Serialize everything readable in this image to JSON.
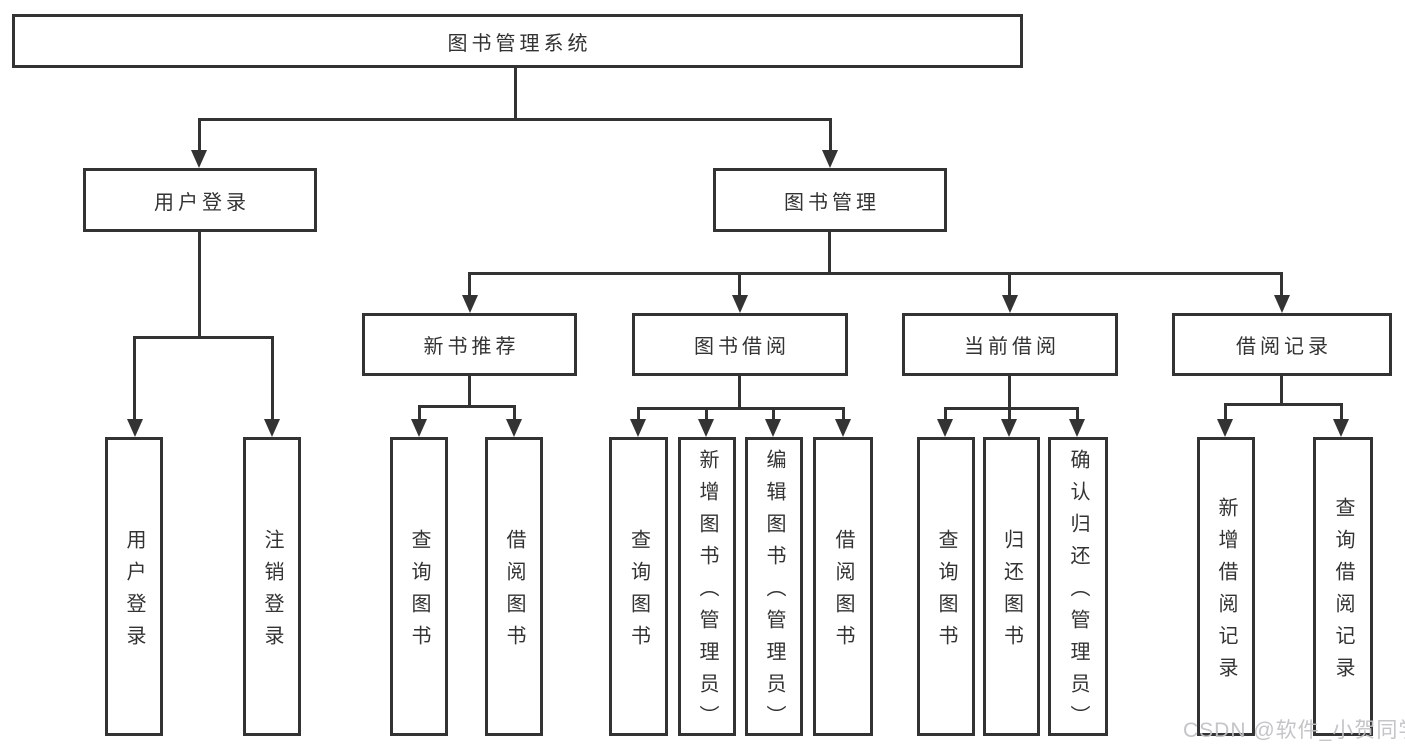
{
  "diagram_type": "hierarchy-tree",
  "colors": {
    "background": "#ffffff",
    "line": "#333333",
    "box_border": "#333333",
    "text": "#333333",
    "watermark_text": "#c1c1c6"
  },
  "watermark": {
    "text": "CSDN @软件_小贺同学"
  },
  "tree": {
    "label": "图书管理系统",
    "children": [
      {
        "label": "用户登录",
        "children": [
          {
            "label": "用户登录"
          },
          {
            "label": "注销登录"
          }
        ]
      },
      {
        "label": "图书管理",
        "children": [
          {
            "label": "新书推荐",
            "children": [
              {
                "label": "查询图书"
              },
              {
                "label": "借阅图书"
              }
            ]
          },
          {
            "label": "图书借阅",
            "children": [
              {
                "label": "查询图书"
              },
              {
                "label": "新增图书（管理员）"
              },
              {
                "label": "编辑图书（管理员）"
              },
              {
                "label": "借阅图书"
              }
            ]
          },
          {
            "label": "当前借阅",
            "children": [
              {
                "label": "查询图书"
              },
              {
                "label": "归还图书"
              },
              {
                "label": "确认归还（管理员）"
              }
            ]
          },
          {
            "label": "借阅记录",
            "children": [
              {
                "label": "新增借阅记录"
              },
              {
                "label": "查询借阅记录"
              }
            ]
          }
        ]
      }
    ]
  }
}
